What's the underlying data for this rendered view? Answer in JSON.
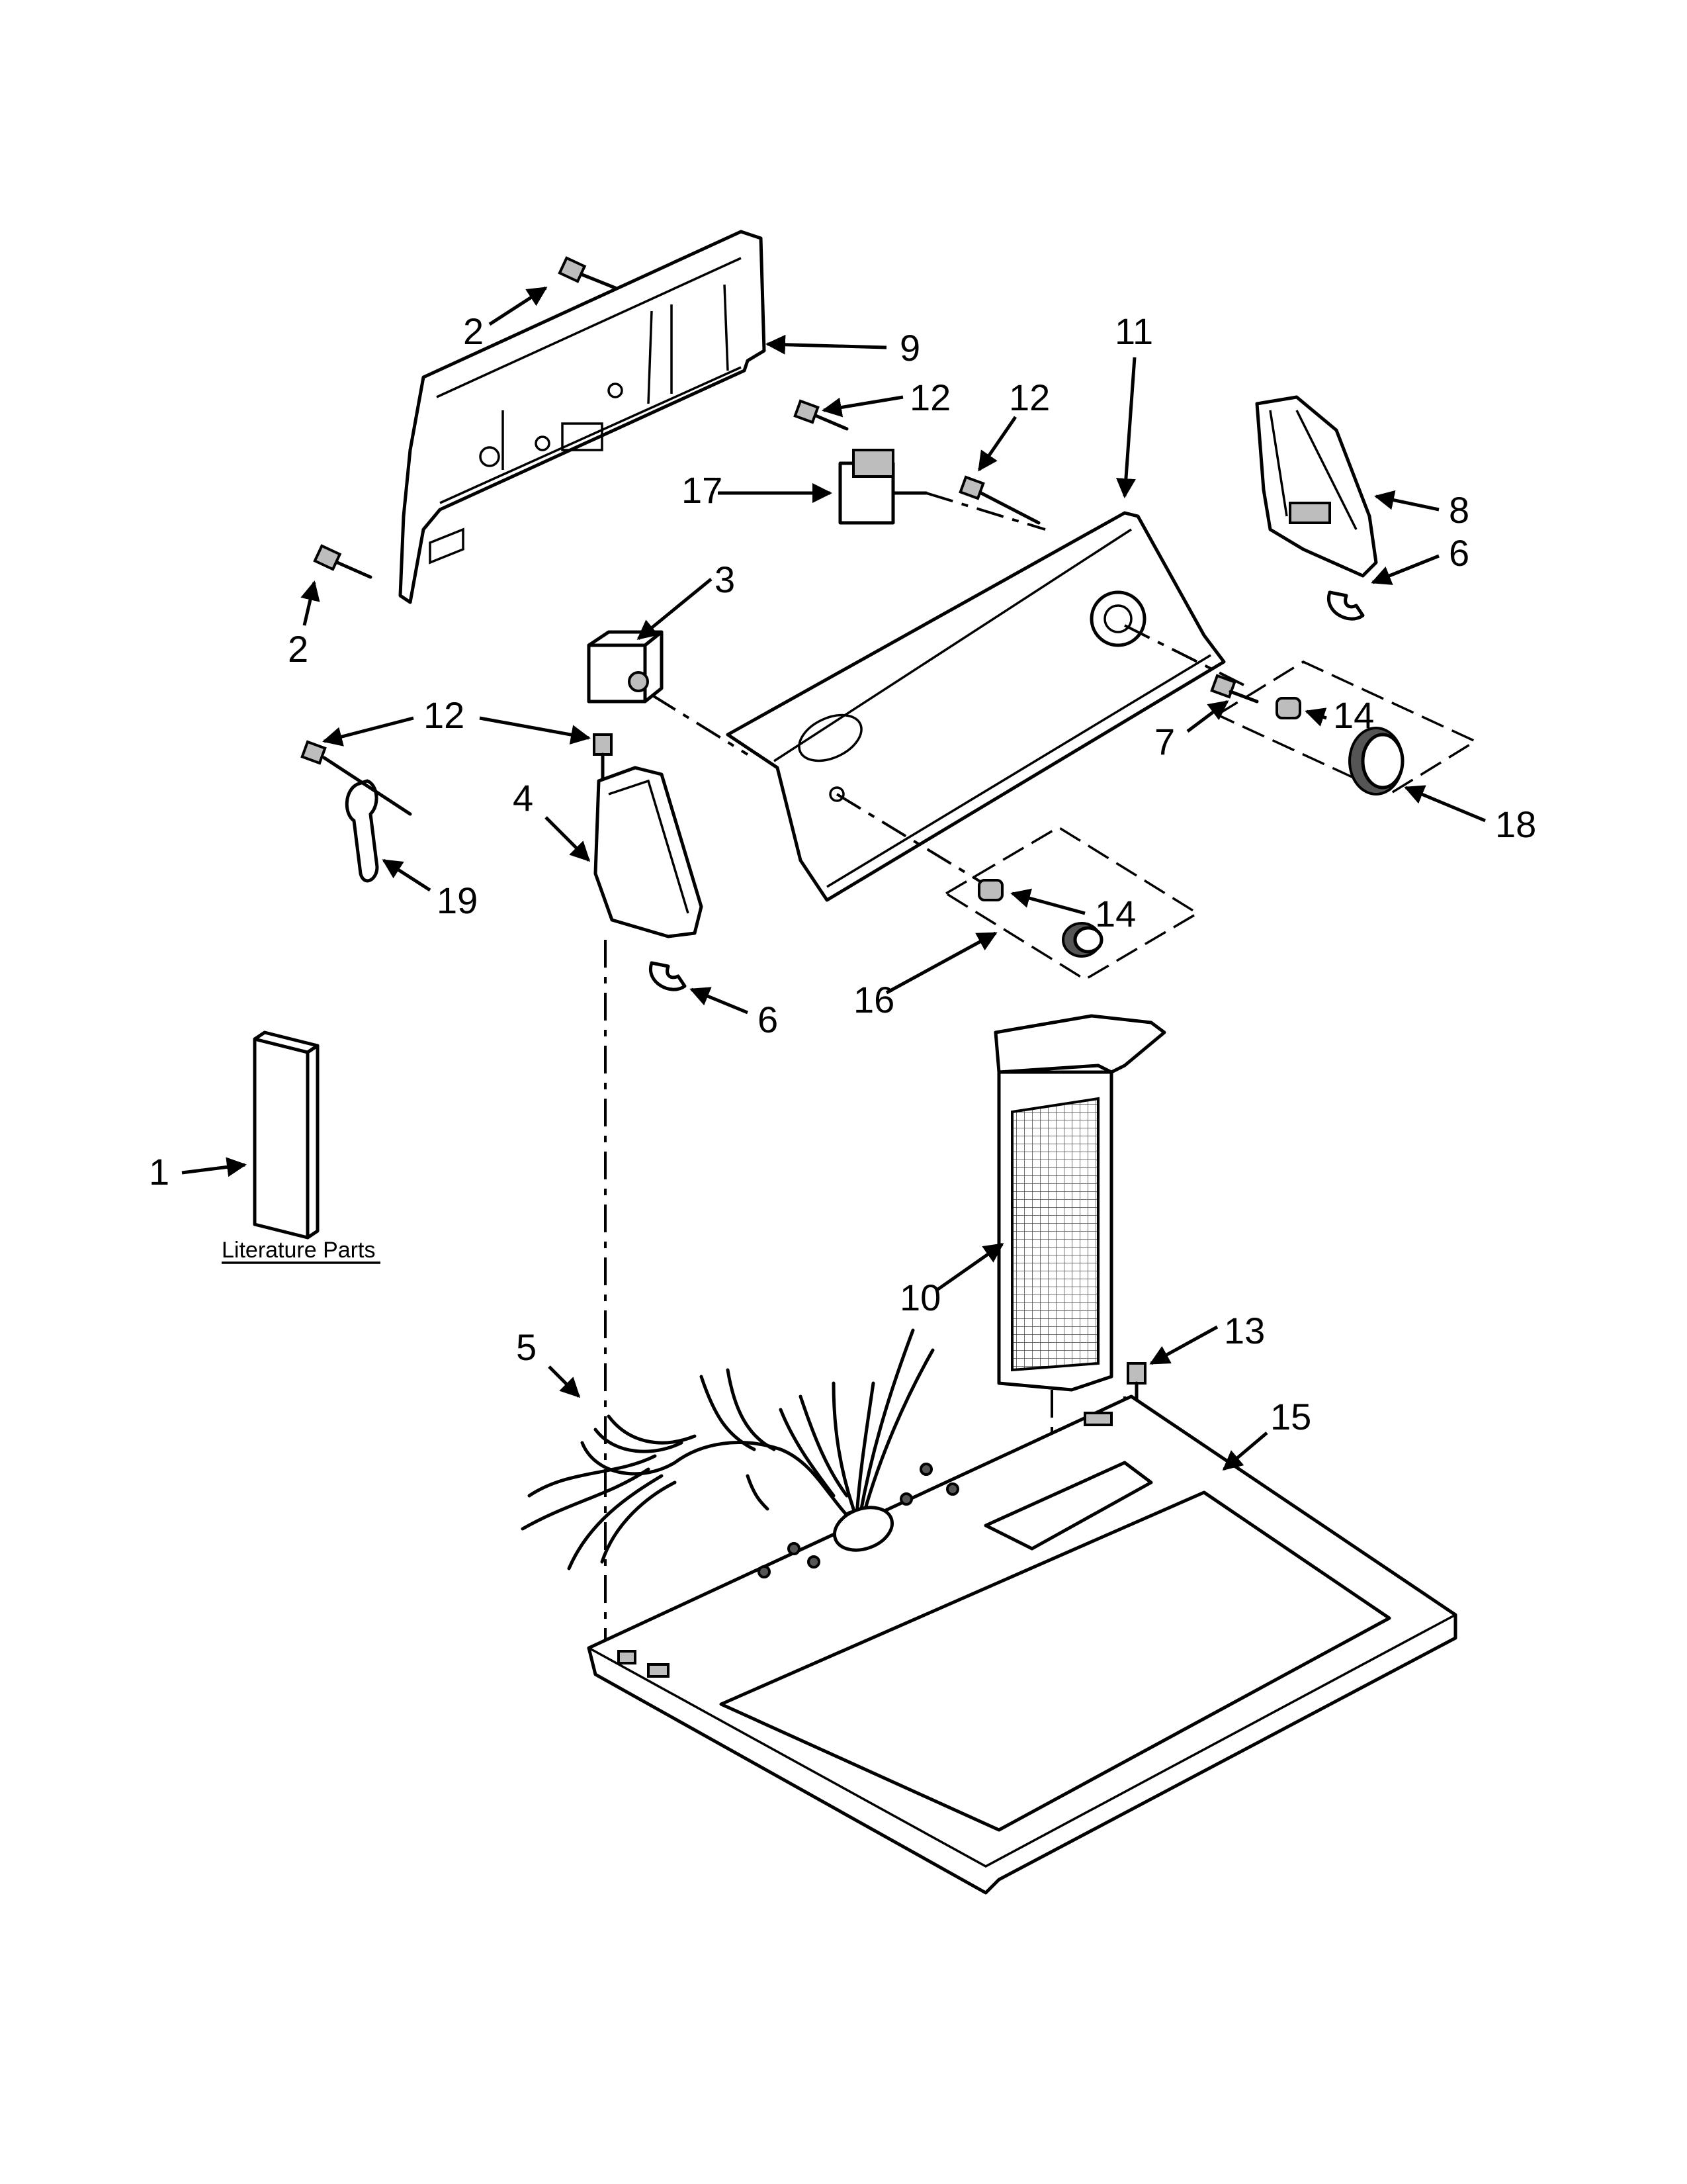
{
  "callouts": [
    "1",
    "2",
    "2",
    "3",
    "4",
    "5",
    "6",
    "6",
    "7",
    "8",
    "9",
    "10",
    "11",
    "12",
    "12",
    "12",
    "13",
    "14",
    "14",
    "15",
    "16",
    "17",
    "18",
    "19"
  ],
  "literature_label": "Literature Parts",
  "colors": {
    "line": "#000000",
    "background": "#ffffff",
    "shade": "#bdbdbd"
  }
}
